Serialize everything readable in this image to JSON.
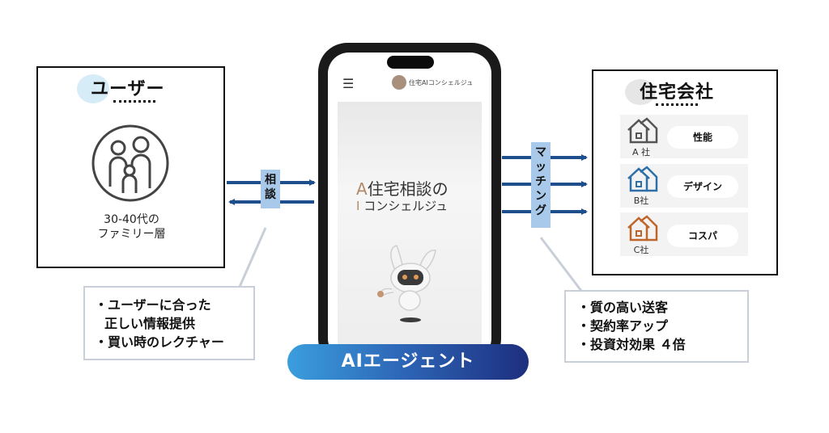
{
  "user": {
    "title": "ユーザー",
    "caption_line1": "30-40代の",
    "caption_line2": "ファミリー層"
  },
  "company": {
    "title": "住宅会社",
    "rows": [
      {
        "label": "A 社",
        "feature": "性能",
        "color": "#555555"
      },
      {
        "label": "B社",
        "feature": "デザイン",
        "color": "#2e6fa8"
      },
      {
        "label": "C社",
        "feature": "コスパ",
        "color": "#c0652a"
      }
    ]
  },
  "phone": {
    "app_name": "住宅AIコンシェルジュ",
    "hero_accent1": "A",
    "hero_line1": "住宅相談の",
    "hero_accent2": "I",
    "hero_line2": "コンシェルジュ"
  },
  "tags": {
    "consult_1": "相",
    "consult_2": "談",
    "matching": [
      "マ",
      "ッ",
      "チ",
      "ン",
      "グ"
    ]
  },
  "agent_label": "AIエージェント",
  "user_benefits": {
    "line1": "・ユーザーに合った",
    "line2": "正しい情報提供",
    "line3": "・買い時のレクチャー"
  },
  "company_benefits": {
    "line1": "・質の高い送客",
    "line2": "・契約率アップ",
    "line3": "・投資対効果 ４倍"
  },
  "colors": {
    "arrow": "#1e4f8c",
    "agent_start": "#3a9ede",
    "agent_end": "#1d2e7e",
    "tag_bg": "#a9c9ea"
  }
}
